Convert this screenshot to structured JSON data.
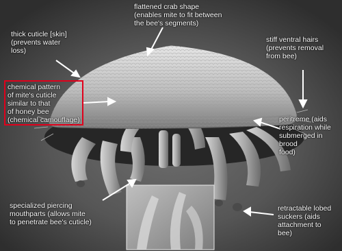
{
  "annotations": {
    "flattened_crab_shape": "flattened crab shape\n(enables mite to fit between\nthe bee's segments)",
    "thick_cuticle": "thick cuticle [skin]\n(prevents water\nloss)",
    "stiff_ventral_hairs": "stiff ventral hairs\n(prevents removal\nfrom bee)",
    "chemical_pattern": "chemical pattern\nof mite's cuticle\nsimilar to that\nof honey bee\n(chemical camouflage)",
    "peritreme": "peritreme (aids\nrespiration while\nsubmerged in brood\nfood)",
    "piercing_mouthparts": "specialized piercing\nmouthparts (allows mite\nto penetrate bee's cuticle)",
    "lobed_suckers": "retractable lobed\nsuckers (aids\nattachment to\nbee)"
  },
  "highlight_color": "#e0001b"
}
